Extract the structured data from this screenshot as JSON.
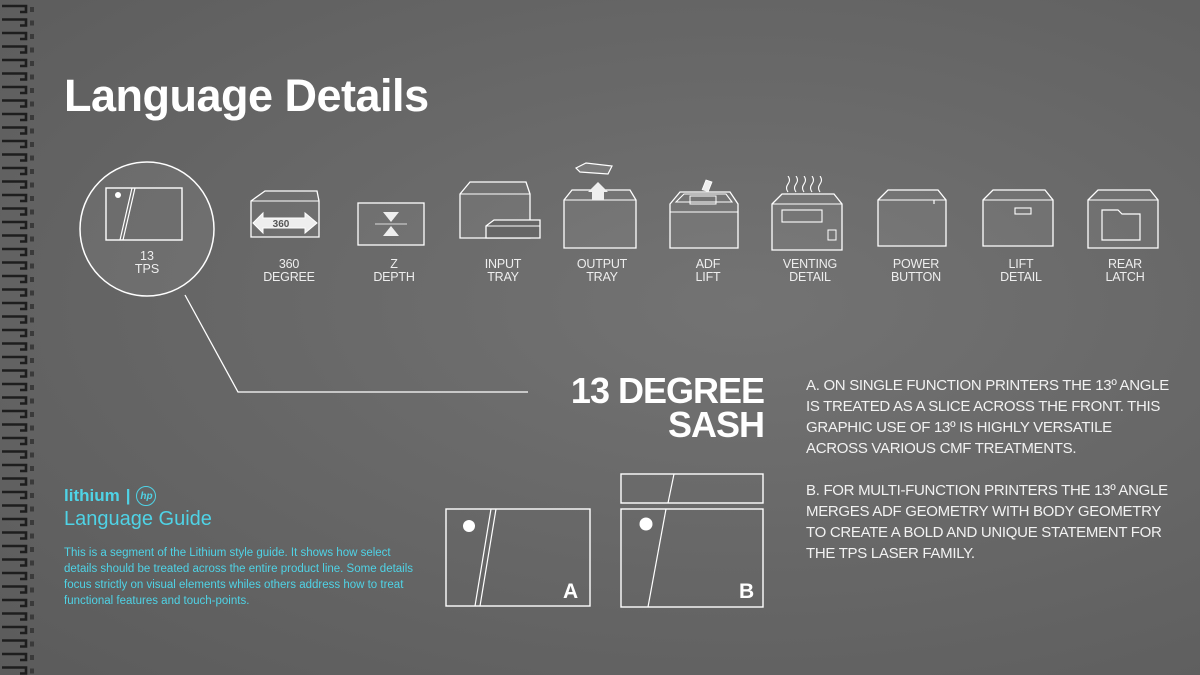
{
  "title": "Language Details",
  "tps": {
    "line1": "13",
    "line2": "TPS"
  },
  "icons": [
    {
      "name": "360-degree",
      "line1": "360",
      "line2": "DEGREE",
      "badge": "360"
    },
    {
      "name": "z-depth",
      "line1": "Z",
      "line2": "DEPTH"
    },
    {
      "name": "input-tray",
      "line1": "INPUT",
      "line2": "TRAY"
    },
    {
      "name": "output-tray",
      "line1": "OUTPUT",
      "line2": "TRAY"
    },
    {
      "name": "adf-lift",
      "line1": "ADF",
      "line2": "LIFT"
    },
    {
      "name": "venting-detail",
      "line1": "VENTING",
      "line2": "DETAIL"
    },
    {
      "name": "power-button",
      "line1": "POWER",
      "line2": "BUTTON"
    },
    {
      "name": "lift-detail",
      "line1": "LIFT",
      "line2": "DETAIL"
    },
    {
      "name": "rear-latch",
      "line1": "REAR",
      "line2": "LATCH"
    }
  ],
  "sash": {
    "line1": "13 DEGREE",
    "line2": "SASH"
  },
  "description": {
    "a": "A. ON SINGLE FUNCTION PRINTERS THE 13º ANGLE IS TREATED AS  A SLICE ACROSS THE FRONT. THIS GRAPHIC USE OF 13º IS HIGHLY VERSATILE ACROSS VARIOUS CMF TREATMENTS.",
    "b": "B. FOR MULTI-FUNCTION PRINTERS THE 13º ANGLE MERGES ADF GEOMETRY WITH BODY GEOMETRY TO CREATE A BOLD AND UNIQUE STATEMENT FOR THE TPS LASER FAMILY."
  },
  "diagrams": {
    "a": "A",
    "b": "B"
  },
  "brand": {
    "name": "lithium",
    "separator": "|",
    "logo": "hp",
    "subtitle": "Language Guide",
    "description": "This is a segment of the Lithium style guide. It shows how select details should be treated across the entire product line. Some details focus strictly on visual elements whiles others address how to treat functional features and touch-points."
  },
  "colors": {
    "accent": "#4fd3e6",
    "background": "#686868",
    "line": "#ffffff"
  }
}
